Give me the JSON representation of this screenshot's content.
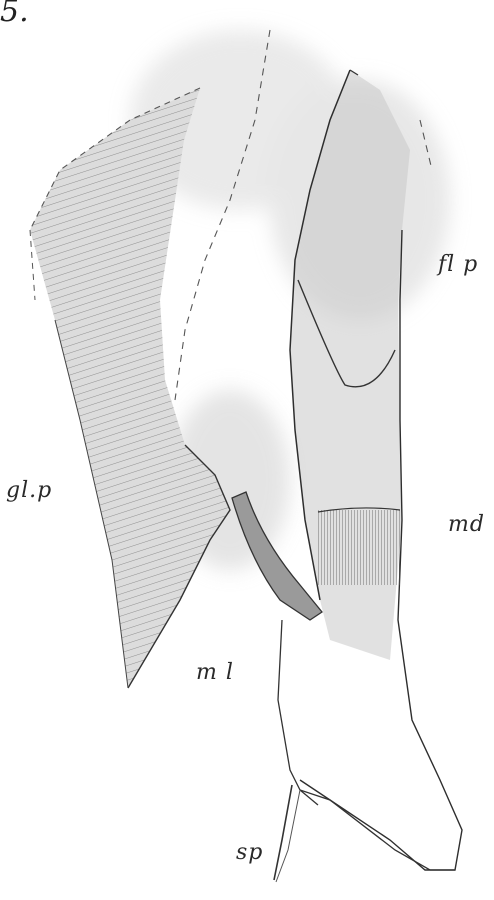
{
  "figure": {
    "number": "5.",
    "labels": {
      "gl_p": "gl.p",
      "fl_p": "fl p",
      "md": "md",
      "ml": "m l",
      "sp": "sp"
    }
  }
}
